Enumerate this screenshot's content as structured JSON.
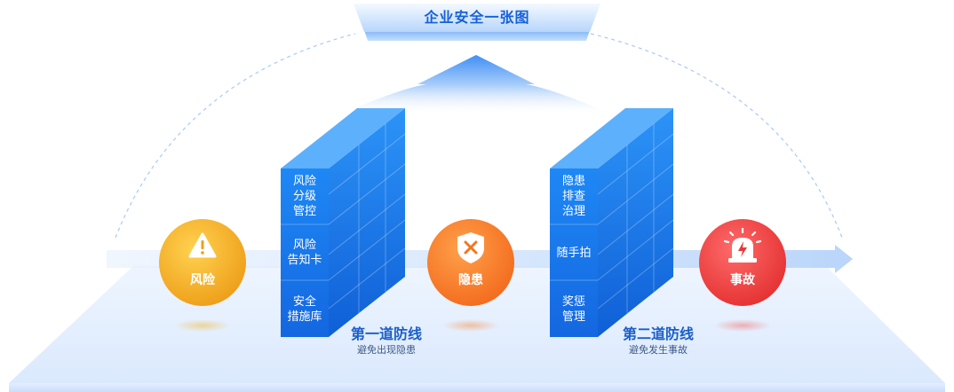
{
  "title": "企业安全一张图",
  "colors": {
    "accent": "#1a7cf0",
    "risk": "#f1a51c",
    "hazard": "#f57a1e",
    "accident": "#e83a3a"
  },
  "stages": {
    "risk": {
      "label": "风险",
      "icon": "warning-triangle-icon"
    },
    "hazard": {
      "label": "隐患",
      "icon": "shield-x-icon"
    },
    "accident": {
      "label": "事故",
      "icon": "alarm-siren-icon"
    }
  },
  "first_line": {
    "title": "第一道防线",
    "subtitle": "避免出现隐患",
    "items": [
      "风险\n分级\n管控",
      "风险\n告知卡",
      "安全\n措施库"
    ]
  },
  "second_line": {
    "title": "第二道防线",
    "subtitle": "避免发生事故",
    "items": [
      "隐患\n排查\n治理",
      "随手拍",
      "奖惩\n管理"
    ]
  }
}
